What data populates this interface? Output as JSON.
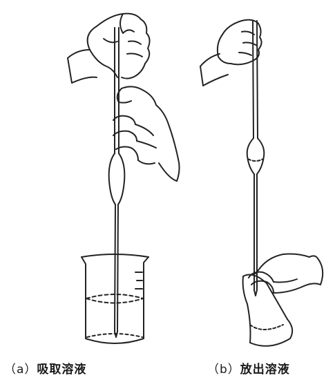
{
  "captions": {
    "a": {
      "label": "（a）",
      "text": "吸取溶液"
    },
    "b": {
      "label": "（b）",
      "text": "放出溶液"
    }
  }
}
